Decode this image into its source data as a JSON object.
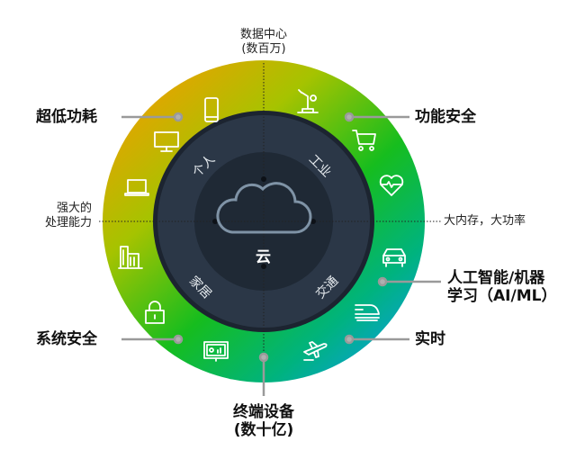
{
  "top": {
    "line1": "数据中心",
    "line2": "(数百万)"
  },
  "bottom": {
    "line1": "终端设备",
    "line2": "(数十亿)"
  },
  "left_axis": {
    "line1": "强大的",
    "line2": "处理能力"
  },
  "right_axis": {
    "label": "大内存，大功率"
  },
  "callouts": {
    "low_power": "超低功耗",
    "functional_safety": "功能安全",
    "ai_ml_line1": "人工智能/机器",
    "ai_ml_line2": "学习（AI/ML）",
    "system_security": "系统安全",
    "real_time": "实时"
  },
  "inner_ring": {
    "personal": "个人",
    "industrial": "工业",
    "home": "家居",
    "transport": "交通"
  },
  "center": {
    "label": "云",
    "icon": "cloud-icon"
  },
  "icons": [
    "phone-icon",
    "robot-arm-icon",
    "monitor-icon",
    "cart-icon",
    "laptop-icon",
    "heart-rate-icon",
    "building-icon",
    "car-icon",
    "lock-icon",
    "train-icon",
    "dashboard-icon",
    "airplane-icon"
  ],
  "colors": {
    "orange": "#e8a400",
    "green": "#19bd1e",
    "teal": "#04a7c9",
    "dark_ring": "#2a3645",
    "inner": "#1f2a37",
    "connector": "#9a9a9a"
  }
}
